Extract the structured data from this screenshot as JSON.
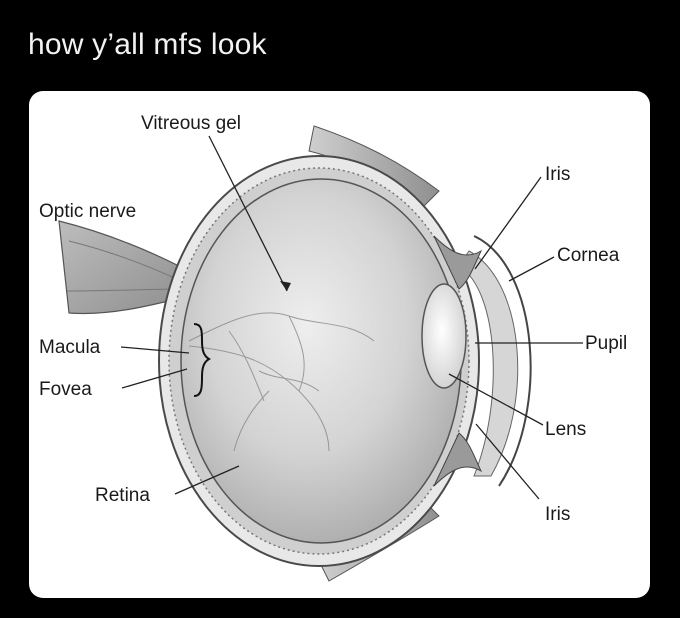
{
  "post": {
    "caption": "how y’all mfs look"
  },
  "diagram": {
    "labels": {
      "vitreous_gel": "Vitreous gel",
      "optic_nerve": "Optic nerve",
      "iris_top": "Iris",
      "cornea": "Cornea",
      "pupil": "Pupil",
      "macula": "Macula",
      "fovea": "Fovea",
      "lens": "Lens",
      "retina": "Retina",
      "iris_bottom": "Iris"
    }
  }
}
